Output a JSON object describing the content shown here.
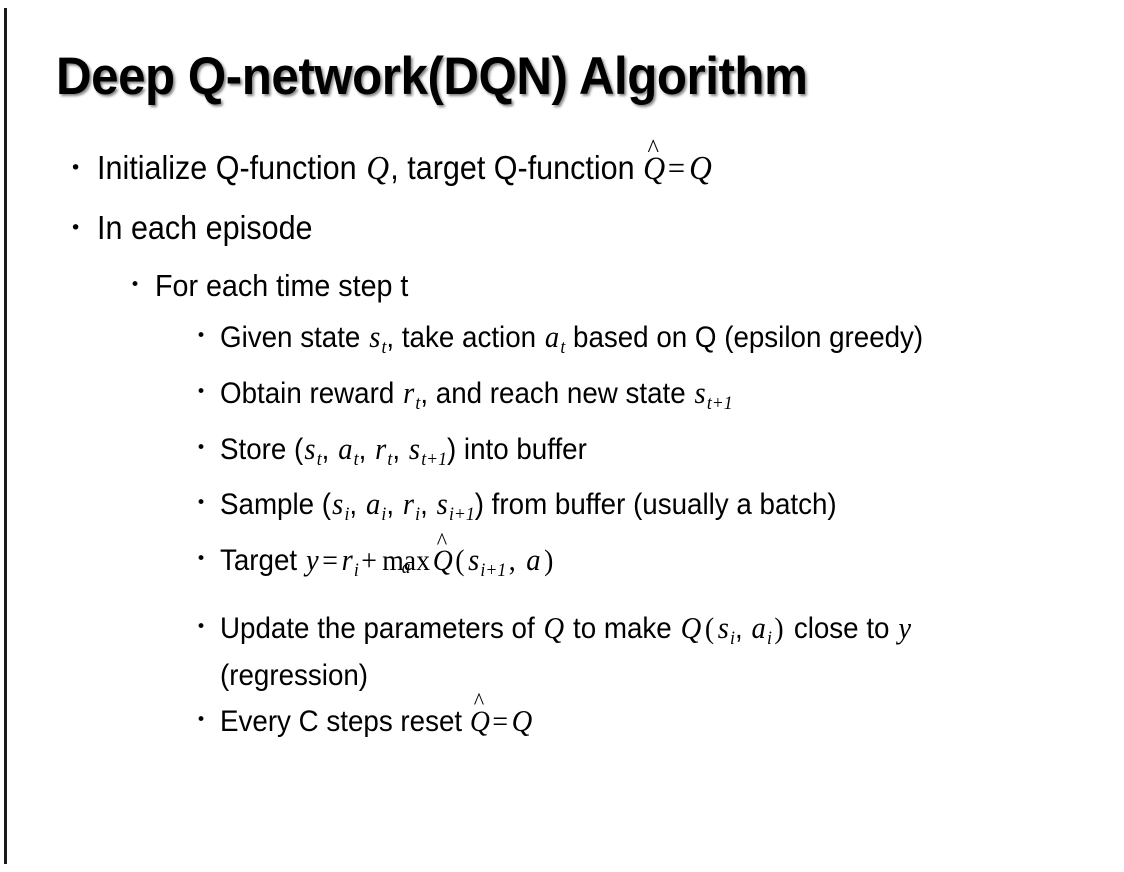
{
  "slide": {
    "title": "Deep Q-network(DQN) Algorithm",
    "background_color": "#ffffff",
    "text_color": "#000000",
    "border_color": "#1a1a1a",
    "bullet_glyph": "•"
  },
  "bullets": {
    "b1": {
      "level": 1,
      "pre": "Initialize Q-function ",
      "var_q1": "Q",
      "mid": ", target Q-function ",
      "hat_base": "Q",
      "hat_mark": "^",
      "equals": "=",
      "var_q2": "Q"
    },
    "b2": {
      "level": 1,
      "text": "In each episode"
    },
    "b3": {
      "level": 2,
      "text": "For each time step t"
    },
    "b4": {
      "level": 3,
      "pre": "Given state ",
      "s": "s",
      "s_sub": "t",
      "mid": ", take action ",
      "a": "a",
      "a_sub": "t",
      "post": " based on Q (epsilon greedy)"
    },
    "b5": {
      "level": 3,
      "pre": "Obtain reward ",
      "r": "r",
      "r_sub": "t",
      "mid": ", and reach new state ",
      "s": "s",
      "s_sub": "t+1"
    },
    "b6": {
      "level": 3,
      "pre": "Store (",
      "s1": "s",
      "s1_sub": "t",
      "c1": ", ",
      "a1": "a",
      "a1_sub": "t",
      "c2": ", ",
      "r1": "r",
      "r1_sub": "t",
      "c3": ", ",
      "s2": "s",
      "s2_sub": "t+1",
      "post": ") into buffer"
    },
    "b7": {
      "level": 3,
      "pre": "Sample (",
      "s1": "s",
      "s1_sub": "i",
      "c1": ", ",
      "a1": "a",
      "a1_sub": "i",
      "c2": ", ",
      "r1": "r",
      "r1_sub": "i",
      "c3": ", ",
      "s2": "s",
      "s2_sub": "i+1",
      "post": ") from buffer (usually a batch)"
    },
    "b8": {
      "level": 3,
      "pre": "Target ",
      "y": "y",
      "equals": "=",
      "r": "r",
      "r_sub": "i",
      "plus": "+",
      "max": "max",
      "max_limit": "a",
      "hat_base": "Q",
      "hat_mark": "^",
      "open": "(",
      "s": "s",
      "s_sub": "i+1",
      "comma": ", ",
      "a": "a",
      "close": ")"
    },
    "b9": {
      "level": 3,
      "pre": "Update the parameters of ",
      "q1": "Q",
      "mid": " to make ",
      "q2": "Q",
      "open": "(",
      "s": "s",
      "s_sub": "i",
      "comma": ", ",
      "a": "a",
      "a_sub": "i",
      "close": ")",
      "post": " close to ",
      "y": "y",
      "tail": " (regression)"
    },
    "b10": {
      "level": 3,
      "pre": "Every C steps reset ",
      "hat_base": "Q",
      "hat_mark": "^",
      "equals": "=",
      "q": "Q"
    }
  }
}
